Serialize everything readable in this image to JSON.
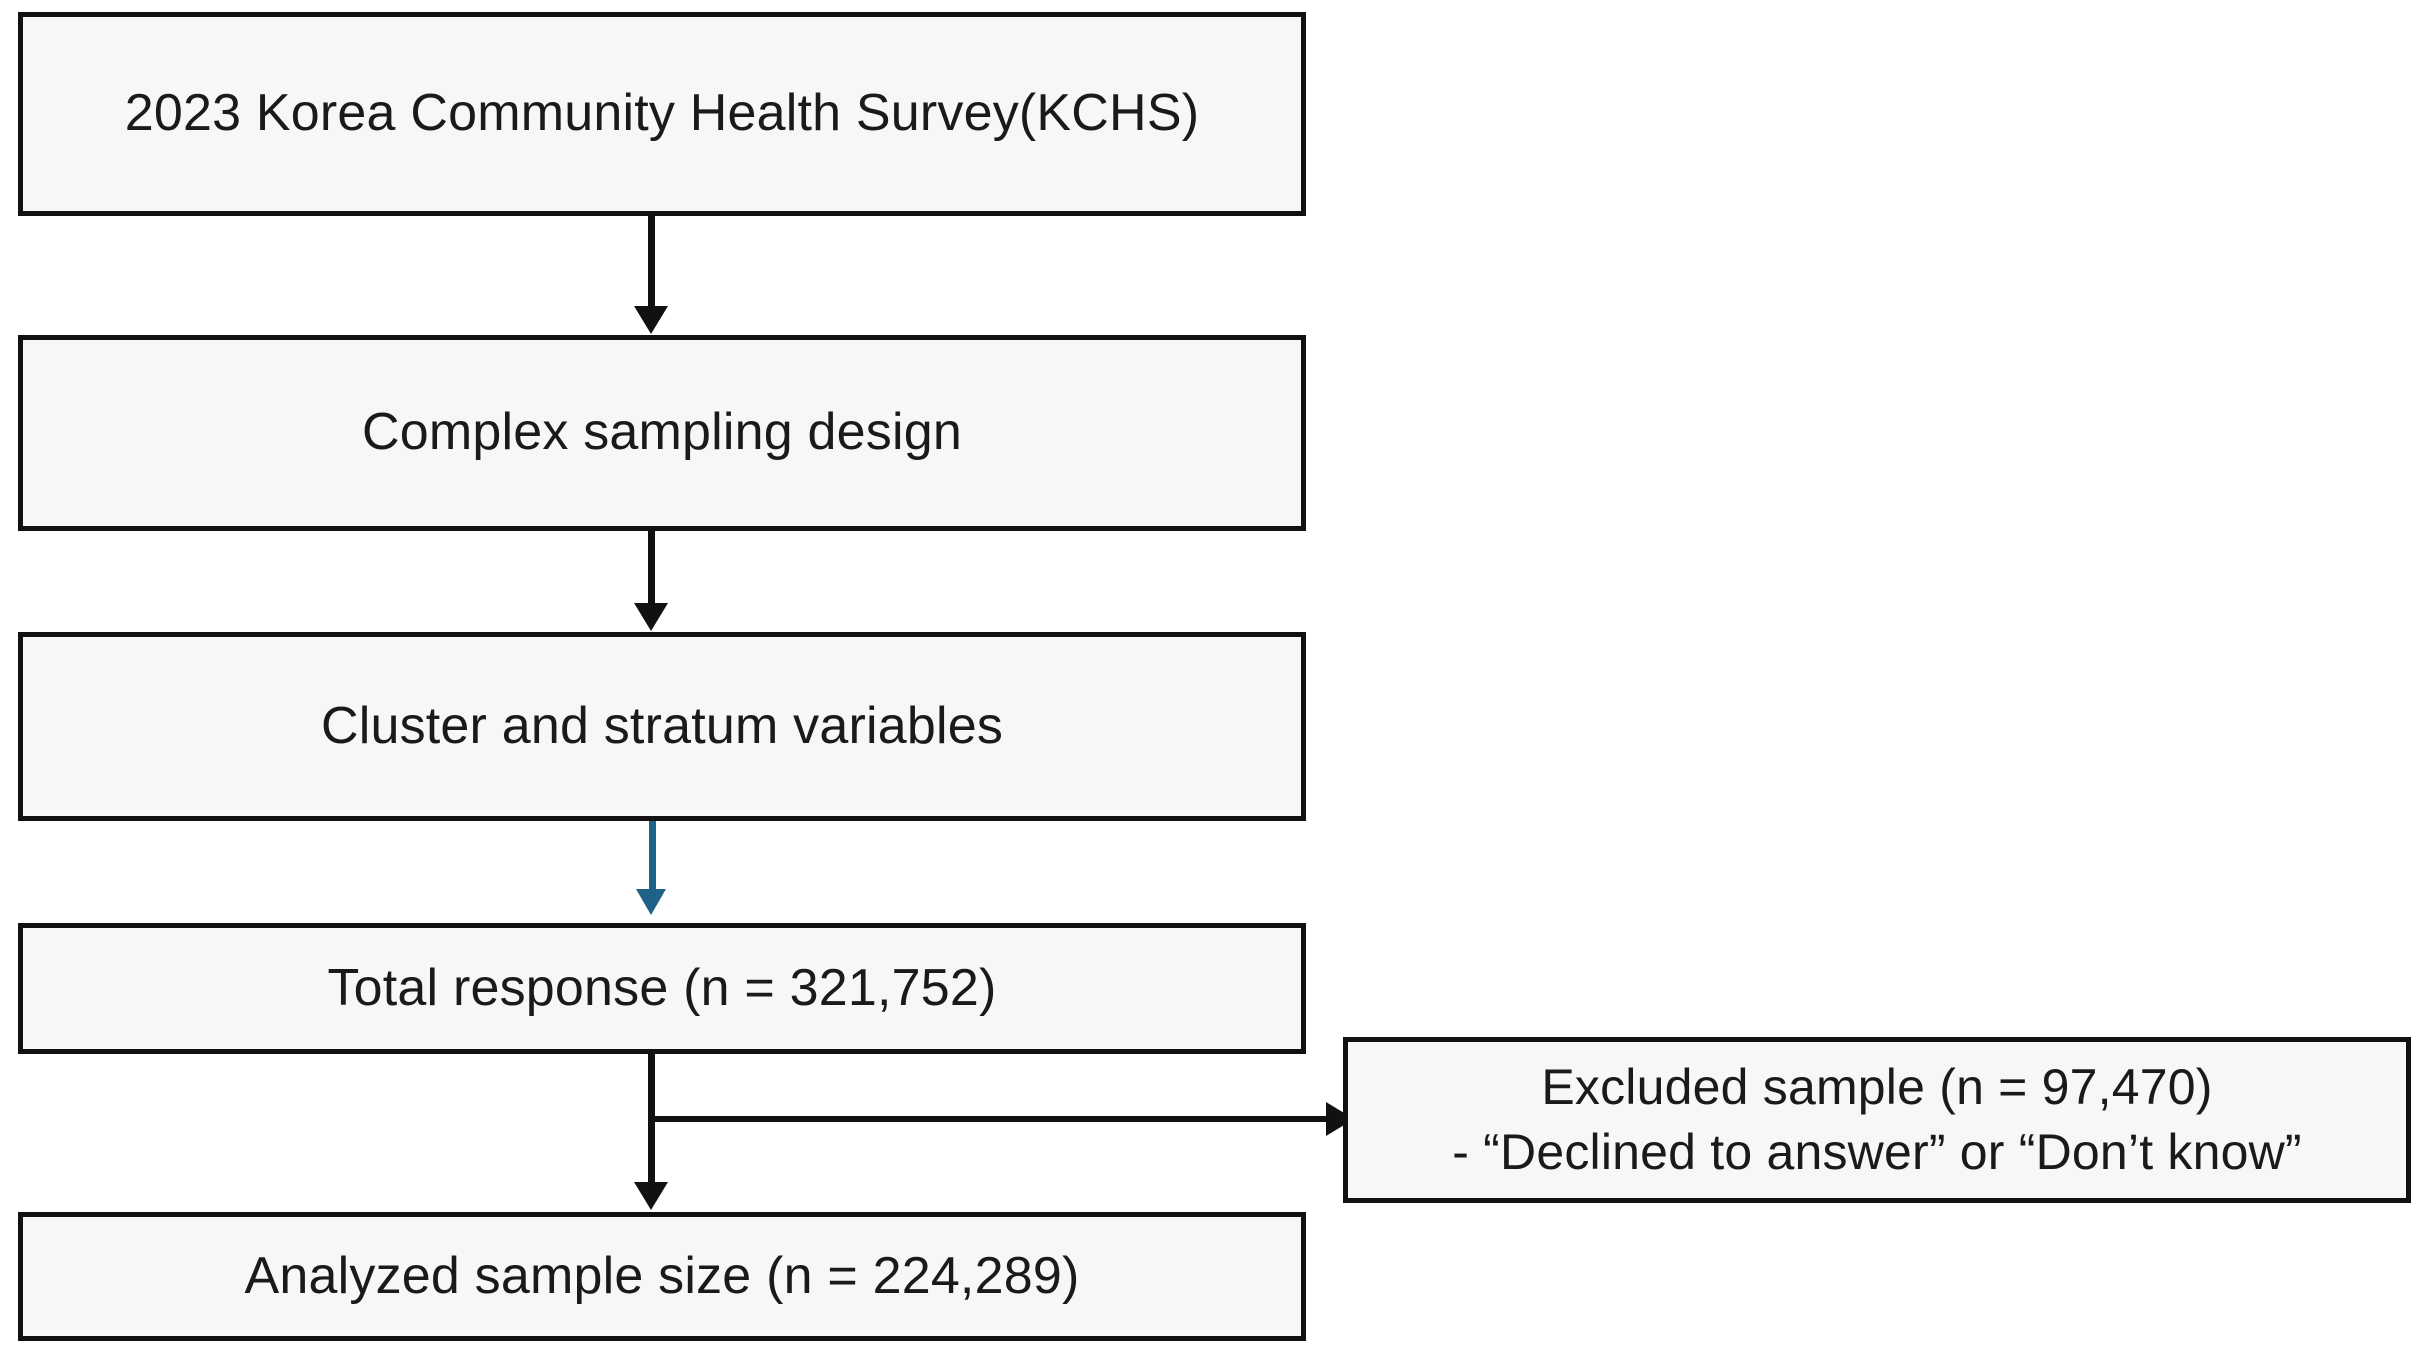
{
  "figure": {
    "type": "flowchart",
    "title": "Study sample selection flow",
    "background_color": "#ffffff",
    "node_fill_color": "#f7f7f7",
    "node_border_color": "#111111",
    "text_color": "#1a1a1a",
    "accent_arrow_color": "#1f6287"
  },
  "nodes": [
    {
      "id": "source",
      "label": "2023 Korea Community Health Survey(KCHS)"
    },
    {
      "id": "design",
      "label": "Complex sampling design"
    },
    {
      "id": "variables",
      "label": "Cluster and stratum variables"
    },
    {
      "id": "total",
      "label": "Total response (n = 321,752)"
    },
    {
      "id": "analyzed",
      "label": "Analyzed sample size (n = 224,289)"
    },
    {
      "id": "excluded",
      "label": "Excluded sample (n = 97,470)\n- “Declined to answer” or “Don’t know”"
    }
  ],
  "edges": [
    {
      "id": "e1",
      "from": "source",
      "to": "design",
      "color": "#111111",
      "style": "arrow-down"
    },
    {
      "id": "e2",
      "from": "design",
      "to": "variables",
      "color": "#111111",
      "style": "arrow-down"
    },
    {
      "id": "e3",
      "from": "variables",
      "to": "total",
      "color": "#1f6287",
      "style": "arrow-down"
    },
    {
      "id": "e4",
      "from": "total",
      "to": "analyzed",
      "color": "#111111",
      "style": "arrow-down"
    },
    {
      "id": "e5",
      "from": "total",
      "to": "excluded",
      "color": "#111111",
      "style": "branch-right"
    }
  ]
}
